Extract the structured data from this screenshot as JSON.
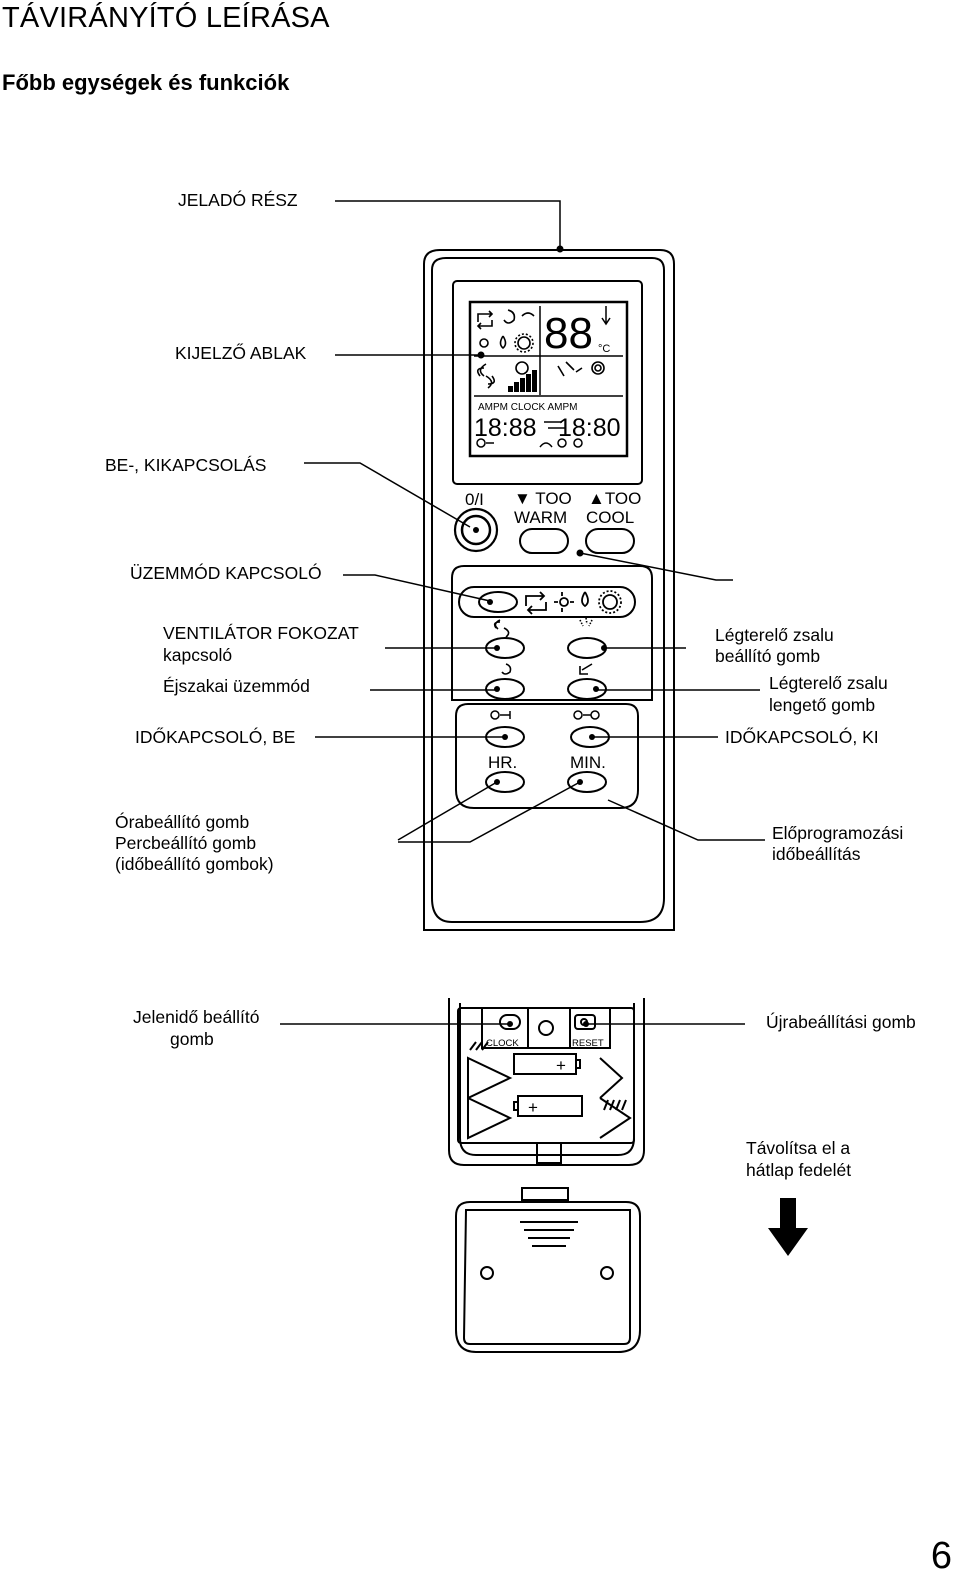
{
  "title": "TÁVIRÁNYÍTÓ LEÍRÁSA",
  "subtitle": "Főbb egységek és funkciók",
  "page_number": "6",
  "callouts": {
    "transmitter": "JELADÓ RÉSZ",
    "display_window": "KIJELZŐ ABLAK",
    "on_off": "BE-, KIKAPCSOLÁS",
    "mode_switch": "ÜZEMMÓD KAPCSOLÓ",
    "fan_speed_1": "VENTILÁTOR FOKOZAT",
    "fan_speed_2": "kapcsoló",
    "night_mode": "Éjszakai üzemmód",
    "timer_on": "IDŐKAPCSOLÓ, BE",
    "hour_set": "Órabeállító gomb",
    "min_set": "Percbeállító gomb",
    "time_buttons": "(időbeállító gombok)",
    "louver_set_1": "Légterelő zsalu",
    "louver_set_2": "beállító  gomb",
    "louver_swing_1": "Légterelő zsalu",
    "louver_swing_2": "lengető gomb",
    "timer_off": "IDŐKAPCSOLÓ, KI",
    "preprog_1": "Előprogramozási",
    "preprog_2": "időbeállítás",
    "clock_set_1": "Jelenidő beállító",
    "clock_set_2": "gomb",
    "reset_button": "Újrabeállítási gomb",
    "remove_cover_1": "Távolítsa el a",
    "remove_cover_2": "hátlap fedelét"
  },
  "remote": {
    "power_label": "0/I",
    "too_warm_1": "▼ TOO",
    "too_warm_2": "WARM",
    "too_cool_1": "▲TOO",
    "too_cool_2": "COOL",
    "hr_label": "HR.",
    "min_label": "MIN.",
    "lcd_temp": "88",
    "lcd_unit": "°C",
    "lcd_clock_header": "AMPM  CLOCK  AMPM",
    "lcd_time_left": "18:88",
    "lcd_time_right": "18:80",
    "clock_label": "CLOCK",
    "reset_label": "RESET",
    "battery_plus": "+"
  }
}
